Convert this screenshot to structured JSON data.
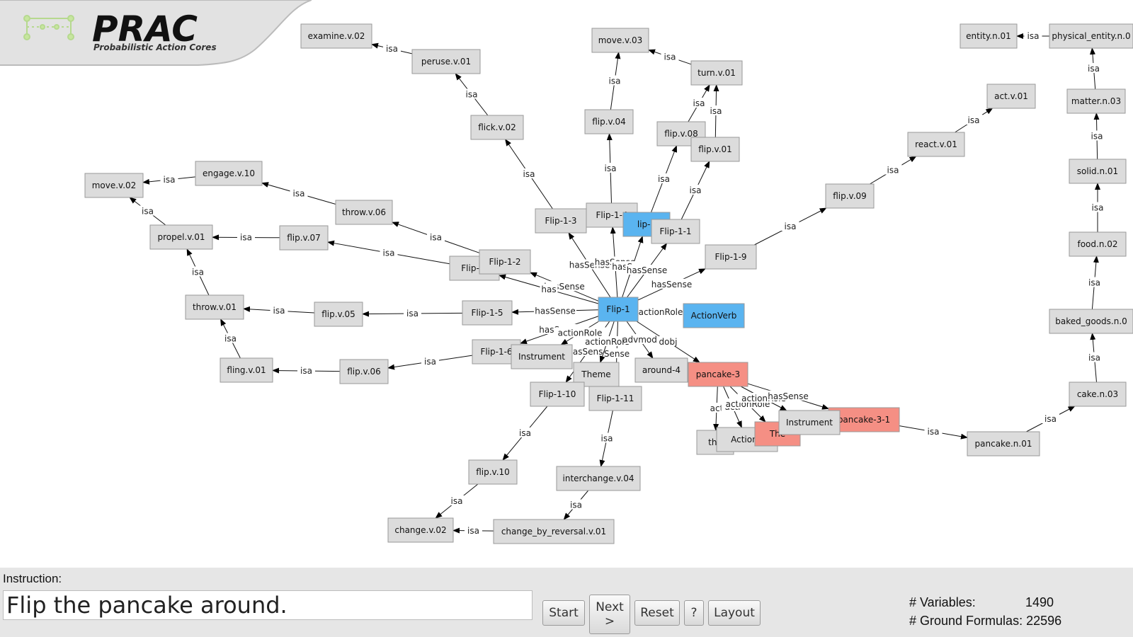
{
  "logo": {
    "title": "PRAC",
    "subtitle": "Probabilistic Action Cores"
  },
  "graph": {
    "nodes": [
      {
        "id": "examine.v.02",
        "label": "examine.v.02",
        "color": "gray"
      },
      {
        "id": "peruse.v.01",
        "label": "peruse.v.01",
        "color": "gray"
      },
      {
        "id": "move.v.03",
        "label": "move.v.03",
        "color": "gray"
      },
      {
        "id": "turn.v.01",
        "label": "turn.v.01",
        "color": "gray"
      },
      {
        "id": "entity.n.01",
        "label": "entity.n.01",
        "color": "gray"
      },
      {
        "id": "physical_entity.n.01",
        "label": "physical_entity.n.0",
        "color": "gray"
      },
      {
        "id": "matter.n.03",
        "label": "matter.n.03",
        "color": "gray"
      },
      {
        "id": "act.v.01",
        "label": "act.v.01",
        "color": "gray"
      },
      {
        "id": "react.v.01",
        "label": "react.v.01",
        "color": "gray"
      },
      {
        "id": "flick.v.02",
        "label": "flick.v.02",
        "color": "gray"
      },
      {
        "id": "flip.v.04",
        "label": "flip.v.04",
        "color": "gray"
      },
      {
        "id": "flip.v.08",
        "label": "flip.v.08",
        "color": "gray"
      },
      {
        "id": "flip.v.01",
        "label": "flip.v.01",
        "color": "gray"
      },
      {
        "id": "solid.n.01",
        "label": "solid.n.01",
        "color": "gray"
      },
      {
        "id": "move.v.02",
        "label": "move.v.02",
        "color": "gray"
      },
      {
        "id": "engage.v.10",
        "label": "engage.v.10",
        "color": "gray"
      },
      {
        "id": "flip.v.09",
        "label": "flip.v.09",
        "color": "gray"
      },
      {
        "id": "throw.v.06",
        "label": "throw.v.06",
        "color": "gray"
      },
      {
        "id": "propel.v.01",
        "label": "propel.v.01",
        "color": "gray"
      },
      {
        "id": "flip.v.07",
        "label": "flip.v.07",
        "color": "gray"
      },
      {
        "id": "Flip-1-3",
        "label": "Flip-1-3",
        "color": "gray"
      },
      {
        "id": "Flip-1-4",
        "label": "Flip-1-4",
        "color": "gray"
      },
      {
        "id": "Flip-1-blue",
        "label": "lip-1",
        "color": "blue"
      },
      {
        "id": "Flip-1-1",
        "label": "Flip-1-1",
        "color": "gray"
      },
      {
        "id": "food.n.02",
        "label": "food.n.02",
        "color": "gray"
      },
      {
        "id": "Flip-1-9",
        "label": "Flip-1-9",
        "color": "gray"
      },
      {
        "id": "Flip-1-x",
        "label": "Flip-1-",
        "color": "gray"
      },
      {
        "id": "Flip-1-2",
        "label": "Flip-1-2",
        "color": "gray"
      },
      {
        "id": "throw.v.01",
        "label": "throw.v.01",
        "color": "gray"
      },
      {
        "id": "flip.v.05",
        "label": "flip.v.05",
        "color": "gray"
      },
      {
        "id": "Flip-1-5",
        "label": "Flip-1-5",
        "color": "gray"
      },
      {
        "id": "Flip-1",
        "label": "Flip-1",
        "color": "blue"
      },
      {
        "id": "ActionVerb",
        "label": "ActionVerb",
        "color": "blue"
      },
      {
        "id": "baked_goods.n.01",
        "label": "baked_goods.n.0",
        "color": "gray"
      },
      {
        "id": "Flip-1-6",
        "label": "Flip-1-6",
        "color": "gray"
      },
      {
        "id": "Instrument-1",
        "label": "Instrument",
        "color": "gray"
      },
      {
        "id": "fling.v.01",
        "label": "fling.v.01",
        "color": "gray"
      },
      {
        "id": "flip.v.06",
        "label": "flip.v.06",
        "color": "gray"
      },
      {
        "id": "around-4",
        "label": "around-4",
        "color": "gray"
      },
      {
        "id": "Theme-1",
        "label": "Theme",
        "color": "gray"
      },
      {
        "id": "pancake-3",
        "label": "pancake-3",
        "color": "red"
      },
      {
        "id": "Flip-1-10",
        "label": "Flip-1-10",
        "color": "gray"
      },
      {
        "id": "Flip-1-11",
        "label": "Flip-1-11",
        "color": "gray"
      },
      {
        "id": "cake.n.03",
        "label": "cake.n.03",
        "color": "gray"
      },
      {
        "id": "pancake-3-1",
        "label": "pancake-3-1",
        "color": "red"
      },
      {
        "id": "the",
        "label": "the",
        "color": "gray"
      },
      {
        "id": "ActionV",
        "label": "ActionV",
        "color": "gray"
      },
      {
        "id": "Theme-red",
        "label": "The",
        "color": "red"
      },
      {
        "id": "Instrument-2",
        "label": "Instrument",
        "color": "gray"
      },
      {
        "id": "pancake.n.01",
        "label": "pancake.n.01",
        "color": "gray"
      },
      {
        "id": "flip.v.10",
        "label": "flip.v.10",
        "color": "gray"
      },
      {
        "id": "interchange.v.04",
        "label": "interchange.v.04",
        "color": "gray"
      },
      {
        "id": "change.v.02",
        "label": "change.v.02",
        "color": "gray"
      },
      {
        "id": "change_by_reversal.v.01",
        "label": "change_by_reversal.v.01",
        "color": "gray"
      }
    ],
    "edges": [
      {
        "from": "peruse.v.01",
        "to": "examine.v.02",
        "label": "isa"
      },
      {
        "from": "flick.v.02",
        "to": "peruse.v.01",
        "label": "isa"
      },
      {
        "from": "Flip-1-3",
        "to": "flick.v.02",
        "label": "isa"
      },
      {
        "from": "turn.v.01",
        "to": "move.v.03",
        "label": "isa"
      },
      {
        "from": "flip.v.04",
        "to": "move.v.03",
        "label": "isa"
      },
      {
        "from": "Flip-1-4",
        "to": "flip.v.04",
        "label": "isa"
      },
      {
        "from": "flip.v.08",
        "to": "turn.v.01",
        "label": "isa"
      },
      {
        "from": "flip.v.01",
        "to": "turn.v.01",
        "label": "isa"
      },
      {
        "from": "Flip-1-blue",
        "to": "flip.v.08",
        "label": "isa"
      },
      {
        "from": "Flip-1-1",
        "to": "flip.v.01",
        "label": "isa"
      },
      {
        "from": "physical_entity.n.01",
        "to": "entity.n.01",
        "label": "isa"
      },
      {
        "from": "matter.n.03",
        "to": "physical_entity.n.01",
        "label": "isa"
      },
      {
        "from": "solid.n.01",
        "to": "matter.n.03",
        "label": "isa"
      },
      {
        "from": "food.n.02",
        "to": "solid.n.01",
        "label": "isa"
      },
      {
        "from": "baked_goods.n.01",
        "to": "food.n.02",
        "label": "isa"
      },
      {
        "from": "cake.n.03",
        "to": "baked_goods.n.01",
        "label": "isa"
      },
      {
        "from": "pancake.n.01",
        "to": "cake.n.03",
        "label": "isa"
      },
      {
        "from": "react.v.01",
        "to": "act.v.01",
        "label": "isa"
      },
      {
        "from": "flip.v.09",
        "to": "react.v.01",
        "label": "isa"
      },
      {
        "from": "Flip-1-9",
        "to": "flip.v.09",
        "label": "isa"
      },
      {
        "from": "engage.v.10",
        "to": "move.v.02",
        "label": "isa"
      },
      {
        "from": "propel.v.01",
        "to": "move.v.02",
        "label": "isa"
      },
      {
        "from": "throw.v.06",
        "to": "engage.v.10",
        "label": "isa"
      },
      {
        "from": "Flip-1-2",
        "to": "throw.v.06",
        "label": "isa"
      },
      {
        "from": "flip.v.07",
        "to": "propel.v.01",
        "label": "isa"
      },
      {
        "from": "Flip-1-x",
        "to": "flip.v.07",
        "label": "isa"
      },
      {
        "from": "throw.v.01",
        "to": "propel.v.01",
        "label": "isa"
      },
      {
        "from": "flip.v.05",
        "to": "throw.v.01",
        "label": "isa"
      },
      {
        "from": "Flip-1-5",
        "to": "flip.v.05",
        "label": "isa"
      },
      {
        "from": "fling.v.01",
        "to": "throw.v.01",
        "label": "isa"
      },
      {
        "from": "flip.v.06",
        "to": "fling.v.01",
        "label": "isa"
      },
      {
        "from": "Flip-1-6",
        "to": "flip.v.06",
        "label": "isa"
      },
      {
        "from": "Flip-1-10",
        "to": "flip.v.10",
        "label": "isa"
      },
      {
        "from": "flip.v.10",
        "to": "change.v.02",
        "label": "isa"
      },
      {
        "from": "change_by_reversal.v.01",
        "to": "change.v.02",
        "label": "isa"
      },
      {
        "from": "interchange.v.04",
        "to": "change_by_reversal.v.01",
        "label": "isa"
      },
      {
        "from": "Flip-1-11",
        "to": "interchange.v.04",
        "label": "isa"
      },
      {
        "from": "pancake-3-1",
        "to": "pancake.n.01",
        "label": "isa"
      },
      {
        "from": "Flip-1",
        "to": "Flip-1-3",
        "label": "hasSense"
      },
      {
        "from": "Flip-1",
        "to": "Flip-1-4",
        "label": "hasSense"
      },
      {
        "from": "Flip-1",
        "to": "Flip-1-blue",
        "label": "hasSense"
      },
      {
        "from": "Flip-1",
        "to": "Flip-1-1",
        "label": "hasSense"
      },
      {
        "from": "Flip-1",
        "to": "Flip-1-9",
        "label": "hasSense"
      },
      {
        "from": "Flip-1",
        "to": "Flip-1-2",
        "label": "hasSense"
      },
      {
        "from": "Flip-1",
        "to": "Flip-1-x",
        "label": "has"
      },
      {
        "from": "Flip-1",
        "to": "Flip-1-5",
        "label": "hasSense"
      },
      {
        "from": "Flip-1",
        "to": "Flip-1-6",
        "label": "hasSense"
      },
      {
        "from": "Flip-1",
        "to": "Flip-1-10",
        "label": "hasSense"
      },
      {
        "from": "Flip-1",
        "to": "Flip-1-11",
        "label": "Sense"
      },
      {
        "from": "Flip-1",
        "to": "ActionVerb",
        "label": "actionRole"
      },
      {
        "from": "Flip-1",
        "to": "Instrument-1",
        "label": "actionRole"
      },
      {
        "from": "Flip-1",
        "to": "Theme-1",
        "label": "actionRole"
      },
      {
        "from": "Flip-1",
        "to": "around-4",
        "label": "advmod"
      },
      {
        "from": "Flip-1",
        "to": "pancake-3",
        "label": "dobj"
      },
      {
        "from": "pancake-3",
        "to": "the",
        "label": "act"
      },
      {
        "from": "pancake-3",
        "to": "ActionV",
        "label": "acti"
      },
      {
        "from": "pancake-3",
        "to": "Theme-red",
        "label": "actionRole"
      },
      {
        "from": "pancake-3",
        "to": "Instrument-2",
        "label": "actionRole"
      },
      {
        "from": "pancake-3",
        "to": "pancake-3-1",
        "label": "hasSense"
      }
    ]
  },
  "instruction": {
    "label": "Instruction:",
    "value": "Flip the pancake around."
  },
  "buttons": {
    "start": "Start",
    "next": "Next",
    "next_sub": ">",
    "reset": "Reset",
    "help": "?",
    "layout": "Layout"
  },
  "stats": {
    "variables_label": "# Variables:",
    "variables": "1490",
    "formulas_label": "# Ground Formulas:",
    "formulas": "22596"
  },
  "colors": {
    "gray": "#dcdcdc",
    "blue": "#5ab4f0",
    "red": "#f58f84"
  }
}
